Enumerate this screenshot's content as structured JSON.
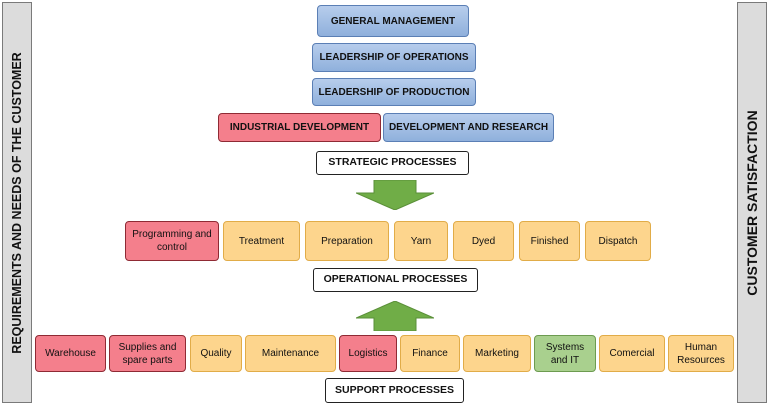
{
  "sides": {
    "left": "REQUIREMENTS AND NEEDS OF THE CUSTOMER",
    "right": "CUSTOMER SATISFACTION"
  },
  "strategic": {
    "general_management": "GENERAL MANAGEMENT",
    "leadership_operations": "LEADERSHIP OF OPERATIONS",
    "leadership_production": "LEADERSHIP OF PRODUCTION",
    "industrial_development": "INDUSTRIAL DEVELOPMENT",
    "development_research": "DEVELOPMENT AND RESEARCH",
    "label": "STRATEGIC PROCESSES"
  },
  "operational": {
    "items": [
      "Programming and control",
      "Treatment",
      "Preparation",
      "Yarn",
      "Dyed",
      "Finished",
      "Dispatch"
    ],
    "label": "OPERATIONAL PROCESSES"
  },
  "support": {
    "items": [
      "Warehouse",
      "Supplies and spare parts",
      "Quality",
      "Maintenance",
      "Logistics",
      "Finance",
      "Marketing",
      "Systems and IT",
      "Comercial",
      "Human Resources"
    ],
    "label": "SUPPORT PROCESSES"
  },
  "colors": {
    "blue": "#8fb0dc",
    "red": "#f47f8c",
    "yellow": "#fdd58d",
    "green": "#a9d08e",
    "arrow": "#70ad47"
  }
}
